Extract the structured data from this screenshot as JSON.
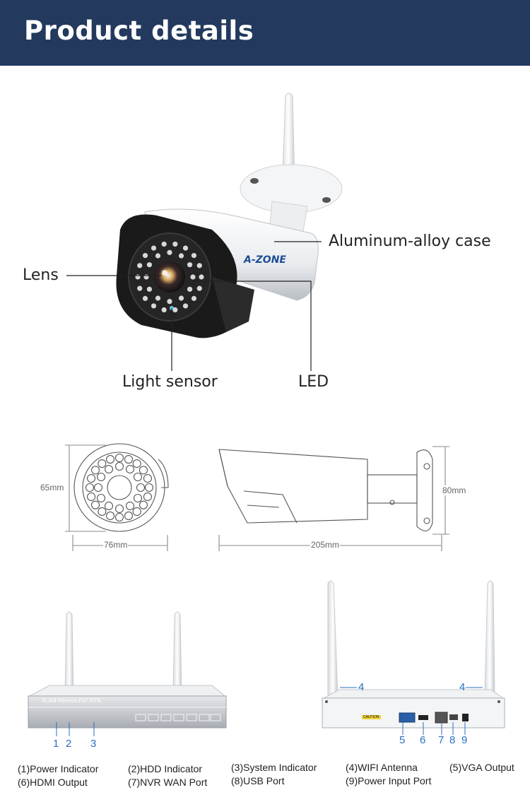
{
  "header": {
    "title": "Product details"
  },
  "camera": {
    "brand": "A-ZONE",
    "callouts": {
      "lens": "Lens",
      "case": "Aluminum-alloy case",
      "light_sensor": "Light sensor",
      "led": "LED"
    }
  },
  "dimensions": {
    "front_height": "65mm",
    "front_width": "76mm",
    "side_length": "205mm",
    "side_height": "80mm"
  },
  "nvr_front": {
    "model_label": "H.264 Wireless P2P NVR",
    "numbers": [
      "1",
      "2",
      "3"
    ]
  },
  "nvr_back": {
    "caution": "CAUTION",
    "numbers": [
      "4",
      "4",
      "5",
      "6",
      "7",
      "8",
      "9"
    ]
  },
  "legend": {
    "col1": [
      "(1)Power Indicator",
      "(6)HDMI Output"
    ],
    "col2": [
      "(2)HDD Indicator",
      "(7)NVR WAN Port"
    ],
    "col3": [
      "(3)System Indicator",
      "(8)USB Port"
    ],
    "col4": [
      "(4)WIFI Antenna",
      "(9)Power Input Port"
    ],
    "col5": [
      "(5)VGA Output"
    ]
  }
}
